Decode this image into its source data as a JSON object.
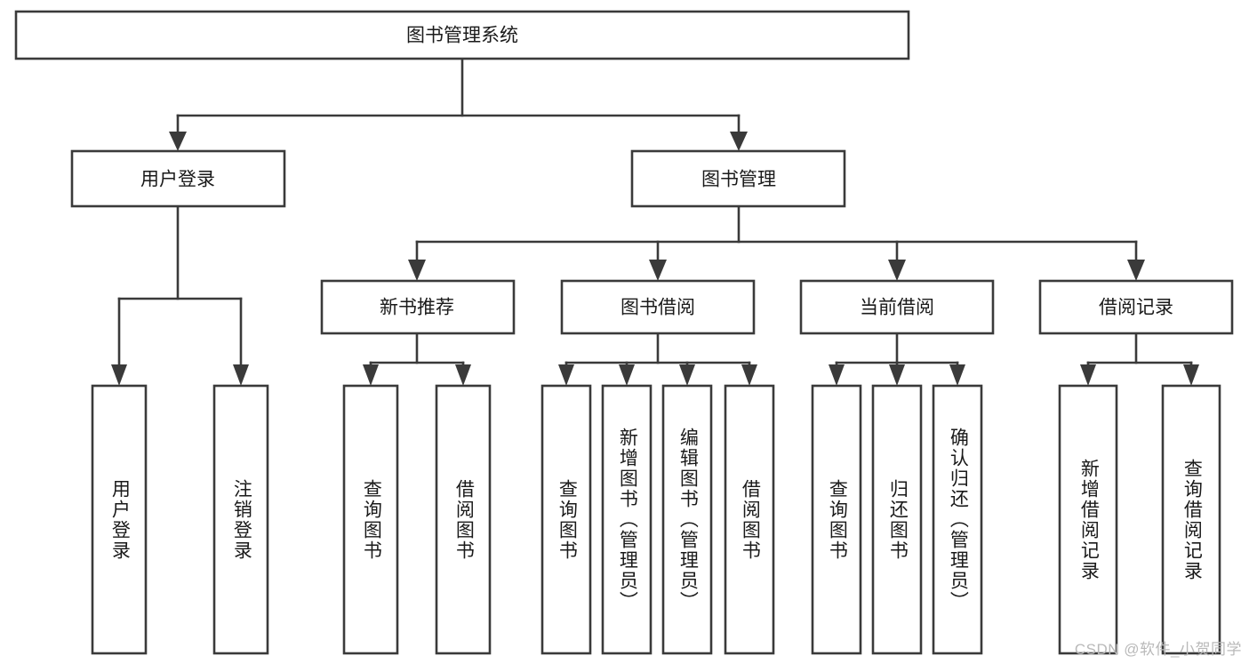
{
  "diagram": {
    "type": "tree-hierarchy",
    "title": "图书管理系统",
    "orientation": "top-down",
    "colors": {
      "box_fill": "#ffffff",
      "box_stroke": "#3a3a3a",
      "text": "#1a1a1a",
      "background": "#ffffff",
      "watermark": "#b9b9b9"
    },
    "root": {
      "label": "图书管理系统"
    },
    "level2": [
      {
        "label": "用户登录"
      },
      {
        "label": "图书管理"
      }
    ],
    "level3": [
      {
        "label": "新书推荐"
      },
      {
        "label": "图书借阅"
      },
      {
        "label": "当前借阅"
      },
      {
        "label": "借阅记录"
      }
    ],
    "leaves": {
      "user_login": [
        {
          "label": "用户登录"
        },
        {
          "label": "注销登录"
        }
      ],
      "new_book_recommend": [
        {
          "label": "查询图书"
        },
        {
          "label": "借阅图书"
        }
      ],
      "book_borrow": [
        {
          "label": "查询图书"
        },
        {
          "label": "新增图书（管理员）"
        },
        {
          "label": "编辑图书（管理员）"
        },
        {
          "label": "借阅图书"
        }
      ],
      "current_borrow": [
        {
          "label": "查询图书"
        },
        {
          "label": "归还图书"
        },
        {
          "label": "确认归还（管理员）"
        }
      ],
      "borrow_record": [
        {
          "label": "新增借阅记录"
        },
        {
          "label": "查询借阅记录"
        }
      ]
    },
    "watermark": "CSDN @软件_小贺同学"
  }
}
